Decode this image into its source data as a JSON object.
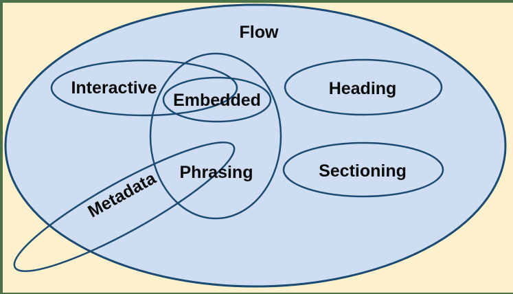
{
  "canvas": {
    "background_color": "#FDF1CD"
  },
  "frame": {
    "color": "#4B7249"
  },
  "diagram": {
    "type": "venn-euler",
    "colors": {
      "flow_fill": "#CEDDF1",
      "outline": "#1B4A73",
      "label_color": "#0b0b0b"
    },
    "labels": {
      "flow": "Flow",
      "interactive": "Interactive",
      "embedded": "Embedded",
      "heading": "Heading",
      "phrasing": "Phrasing",
      "sectioning": "Sectioning",
      "metadata": "Metadata"
    }
  }
}
